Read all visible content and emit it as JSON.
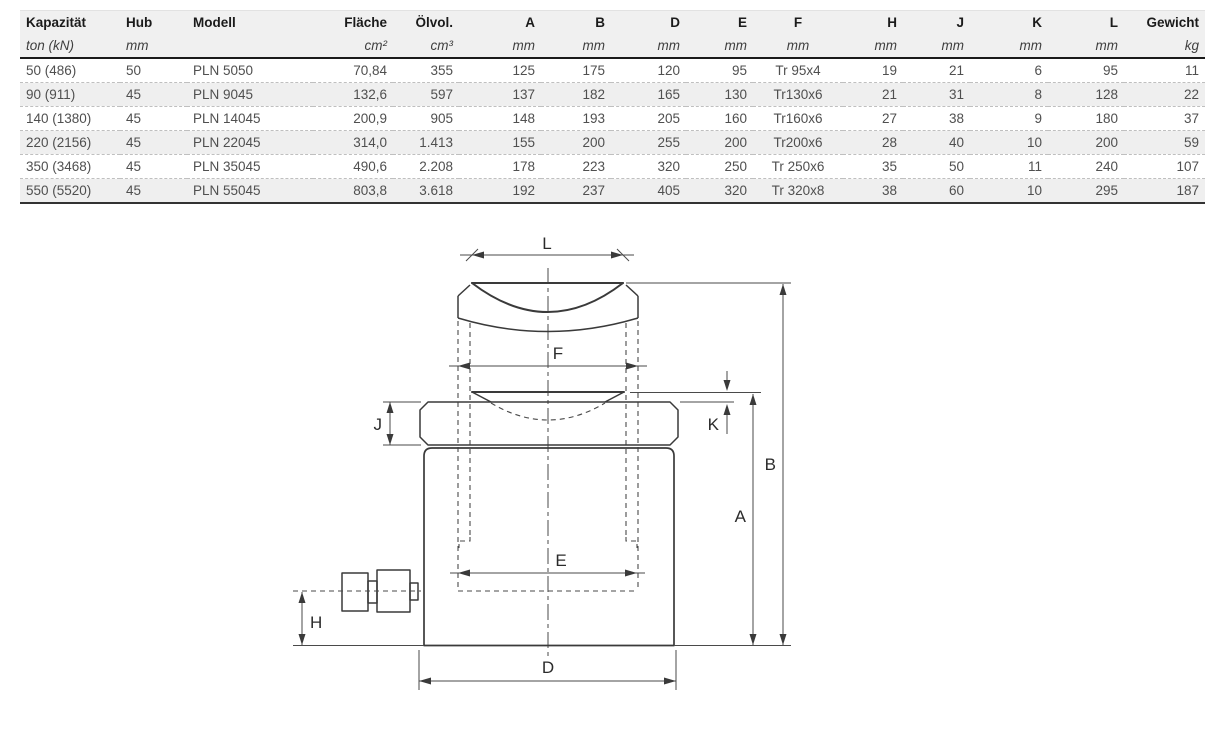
{
  "table": {
    "headers": [
      "Kapazität",
      "Hub",
      "Modell",
      "Fläche",
      "Ölvol.",
      "A",
      "B",
      "D",
      "E",
      "F",
      "H",
      "J",
      "K",
      "L",
      "Gewicht"
    ],
    "units": [
      "ton (kN)",
      "mm",
      "",
      "cm²",
      "cm³",
      "mm",
      "mm",
      "mm",
      "mm",
      "mm",
      "mm",
      "mm",
      "mm",
      "mm",
      "kg"
    ],
    "rows": [
      [
        "50 (486)",
        "50",
        "PLN 5050",
        "70,84",
        "355",
        "125",
        "175",
        "120",
        "95",
        "Tr 95x4",
        "19",
        "21",
        "6",
        "95",
        "11"
      ],
      [
        "90 (911)",
        "45",
        "PLN 9045",
        "132,6",
        "597",
        "137",
        "182",
        "165",
        "130",
        "Tr130x6",
        "21",
        "31",
        "8",
        "128",
        "22"
      ],
      [
        "140 (1380)",
        "45",
        "PLN 14045",
        "200,9",
        "905",
        "148",
        "193",
        "205",
        "160",
        "Tr160x6",
        "27",
        "38",
        "9",
        "180",
        "37"
      ],
      [
        "220 (2156)",
        "45",
        "PLN 22045",
        "314,0",
        "1.413",
        "155",
        "200",
        "255",
        "200",
        "Tr200x6",
        "28",
        "40",
        "10",
        "200",
        "59"
      ],
      [
        "350 (3468)",
        "45",
        "PLN 35045",
        "490,6",
        "2.208",
        "178",
        "223",
        "320",
        "250",
        "Tr 250x6",
        "35",
        "50",
        "11",
        "240",
        "107"
      ],
      [
        "550 (5520)",
        "45",
        "PLN 55045",
        "803,8",
        "3.618",
        "192",
        "237",
        "405",
        "320",
        "Tr 320x8",
        "38",
        "60",
        "10",
        "295",
        "187"
      ]
    ]
  },
  "diagram": {
    "labels": {
      "L": "L",
      "F": "F",
      "J": "J",
      "K": "K",
      "B": "B",
      "A": "A",
      "E": "E",
      "H": "H",
      "D": "D"
    }
  },
  "colors": {
    "line": "#3a3a3a",
    "table_stripe": "#efefef",
    "header_bg": "#f0f0f0",
    "text": "#4f4f4f"
  }
}
